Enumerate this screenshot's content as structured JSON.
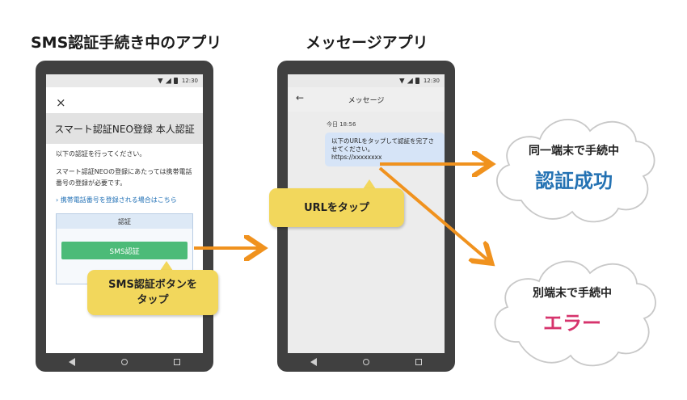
{
  "left_title": "SMS認証手続き中のアプリ",
  "right_title": "メッセージアプリ",
  "status_time": "12:30",
  "app_screen": {
    "close_icon": "×",
    "header": "スマート認証NEO登録 本人認証",
    "text1": "以下の認証を行ってください。",
    "text2": "スマート認証NEOの登録にあたっては携帯電話番号の登録が必要です。",
    "link": "携帯電話番号を登録される場合はこちら",
    "auth_box_title": "認証",
    "sms_button": "SMS認証"
  },
  "message_screen": {
    "header": "メッセージ",
    "back_icon": "←",
    "time": "今日 18:56",
    "body": "以下のURLをタップして認証を完了させてください。",
    "url": "https://xxxxxxxx"
  },
  "callouts": {
    "sms_tap": "SMS認証ボタンを\nタップ",
    "url_tap": "URLをタップ"
  },
  "results": {
    "success": {
      "sub": "同一端末で手続中",
      "main": "認証成功",
      "color": "#2472b3"
    },
    "error": {
      "sub": "別端末で手続中",
      "main": "エラー",
      "color": "#d6336c"
    }
  },
  "colors": {
    "arrow": "#f0921e",
    "callout": "#f2d75c",
    "sms_button": "#4cbb78",
    "phone": "#404040"
  }
}
